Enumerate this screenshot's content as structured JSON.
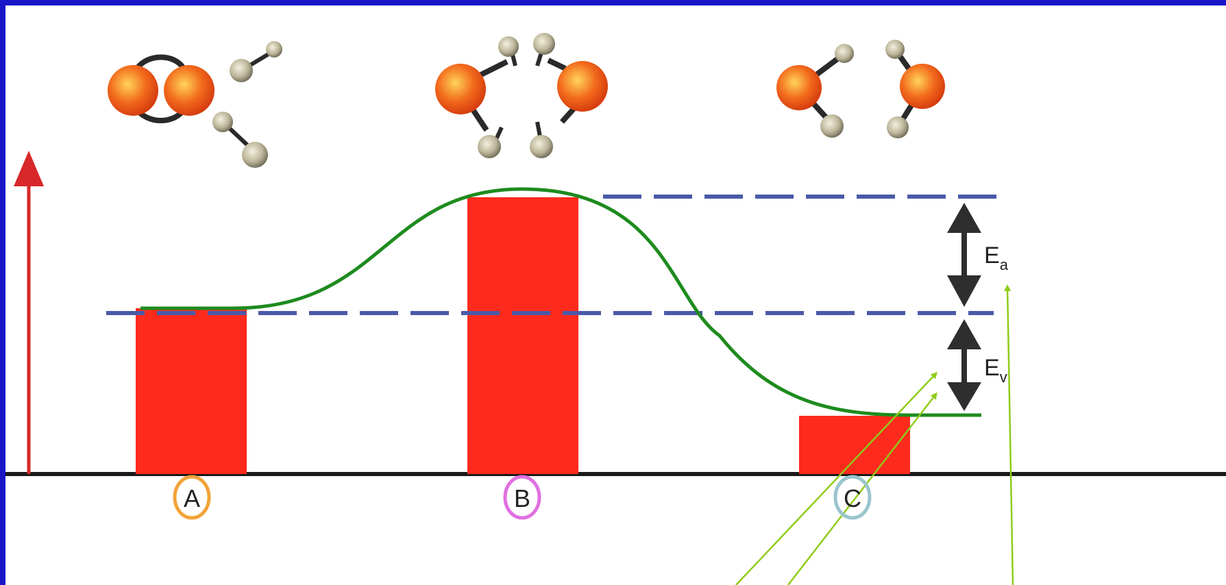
{
  "diagram": {
    "stages": [
      {
        "label": "A",
        "circle_color": "#f2a338"
      },
      {
        "label": "B",
        "circle_color": "#e070e0"
      },
      {
        "label": "C",
        "circle_color": "#99c4cc"
      }
    ],
    "energy_labels": {
      "activation": {
        "main": "E",
        "sub": "a"
      },
      "reaction": {
        "main": "E",
        "sub": "v"
      }
    },
    "colors": {
      "background": "#1a16c8",
      "bar": "#fe2a1c",
      "curve": "#1e8b1e",
      "dashed": "#4a5aa8",
      "axis_arrow": "#d8282a",
      "double_arrow": "#2e2e2e",
      "pointer": "#8fcc1a",
      "oxygen": "#f25a1c",
      "hydrogen": "#c9c4a8"
    },
    "icons": [
      "up-arrow-icon",
      "double-arrow-icon",
      "molecule-icon",
      "pointer-arrow-icon"
    ]
  }
}
